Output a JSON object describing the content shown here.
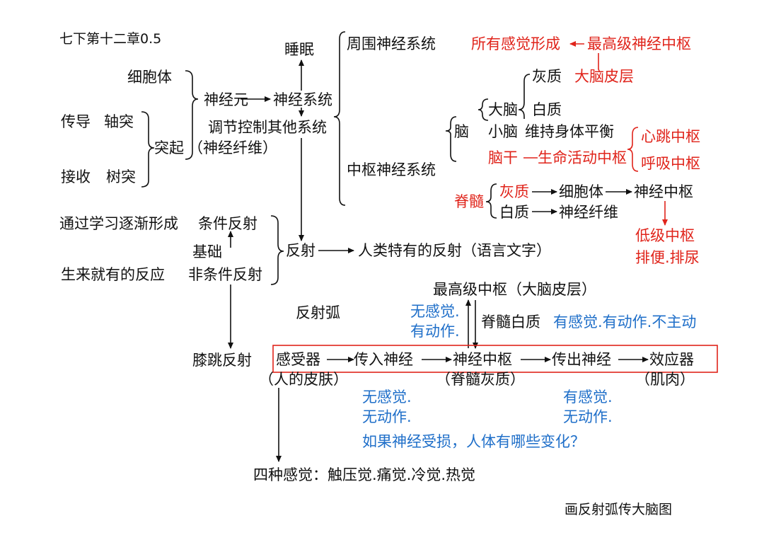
{
  "header": {
    "title": "七下第十二章0.5"
  },
  "neuron": {
    "cell_body": "细胞体",
    "conduct": "传导",
    "axon": "轴突",
    "receive": "接收",
    "dendrite": "树突",
    "process": "突起",
    "neuron": "神经元",
    "nerve_fiber": "（神经纤维）"
  },
  "system": {
    "nervous_system": "神经系统",
    "regulate": "调节控制其他系统",
    "sleep": "睡眠",
    "peripheral": "周围神经系统",
    "central": "中枢神经系统"
  },
  "brain": {
    "brain": "脑",
    "cerebrum": "大脑",
    "gray_matter": "灰质",
    "white_matter": "白质",
    "cerebral_cortex": "大脑皮层",
    "cerebellum": "小脑",
    "cerebellum_fn": "维持身体平衡",
    "brainstem": "脑干",
    "life_center": "生命活动中枢",
    "heartbeat": "心跳中枢",
    "breathing": "呼吸中枢",
    "all_sensation": "所有感觉形成",
    "highest_center": "最高级神经中枢"
  },
  "spinal": {
    "spinal_cord": "脊髓",
    "gray": "灰质",
    "cell_body": "细胞体",
    "center": "神经中枢",
    "white": "白质",
    "fiber": "神经纤维",
    "low_center": "低级中枢",
    "excretion": "排便.排尿"
  },
  "reflex": {
    "learned": "通过学习逐渐形成",
    "conditioned": "条件反射",
    "basis": "基础",
    "innate": "生来就有的反应",
    "unconditioned": "非条件反射",
    "reflex": "反射",
    "human_specific": "人类特有的反射（语言文字）",
    "knee_jerk": "膝跳反射"
  },
  "arc": {
    "reflex_arc": "反射弧",
    "highest_center": "最高级中枢（大脑皮层）",
    "no_feel_action_top_1": "无感觉.",
    "no_feel_action_top_2": "有动作.",
    "spinal_white": "脊髓白质",
    "feel_action_no_active": "有感觉.有动作.不主动",
    "receptor": "感受器",
    "afferent": "传入神经",
    "center": "神经中枢",
    "efferent": "传出神经",
    "effector": "效应器",
    "skin": "（人的皮肤）",
    "spinal_gray": "（脊髓灰质）",
    "muscle": "（肌肉）",
    "left_note_1": "无感觉.",
    "left_note_2": "无动作.",
    "right_note_1": "有感觉.",
    "right_note_2": "无动作.",
    "question": "如果神经受损，人体有哪些变化？",
    "four_senses": "四种感觉：触压觉.痛觉.冷觉.热觉",
    "footer": "画反射弧传大脑图"
  },
  "colors": {
    "red": "#e0241b",
    "blue": "#1f6fc9",
    "black": "#111111"
  }
}
